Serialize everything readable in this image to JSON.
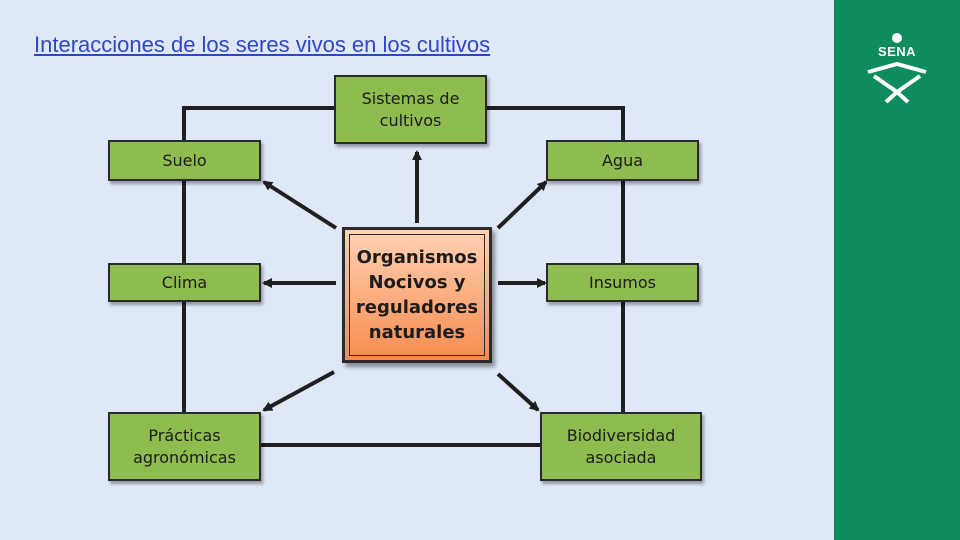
{
  "slide": {
    "title": "Interacciones de los seres vivos en los cultivos"
  },
  "logo": {
    "text": "SENA",
    "color": "#ffffff",
    "sidebar_color": "#0f8c5e"
  },
  "diagram": {
    "center": "Organismos Nocivos y reguladores naturales",
    "nodes": {
      "sistemas": "Sistemas de cultivos",
      "suelo": "Suelo",
      "agua": "Agua",
      "clima": "Clima",
      "insumos": "Insumos",
      "practicas": "Prácticas agronómicas",
      "biodiversidad": "Biodiversidad asociada"
    },
    "colors": {
      "node_fill": "#8fbc4f",
      "center_fill": "#fba877",
      "line": "#1f1f1f"
    }
  }
}
